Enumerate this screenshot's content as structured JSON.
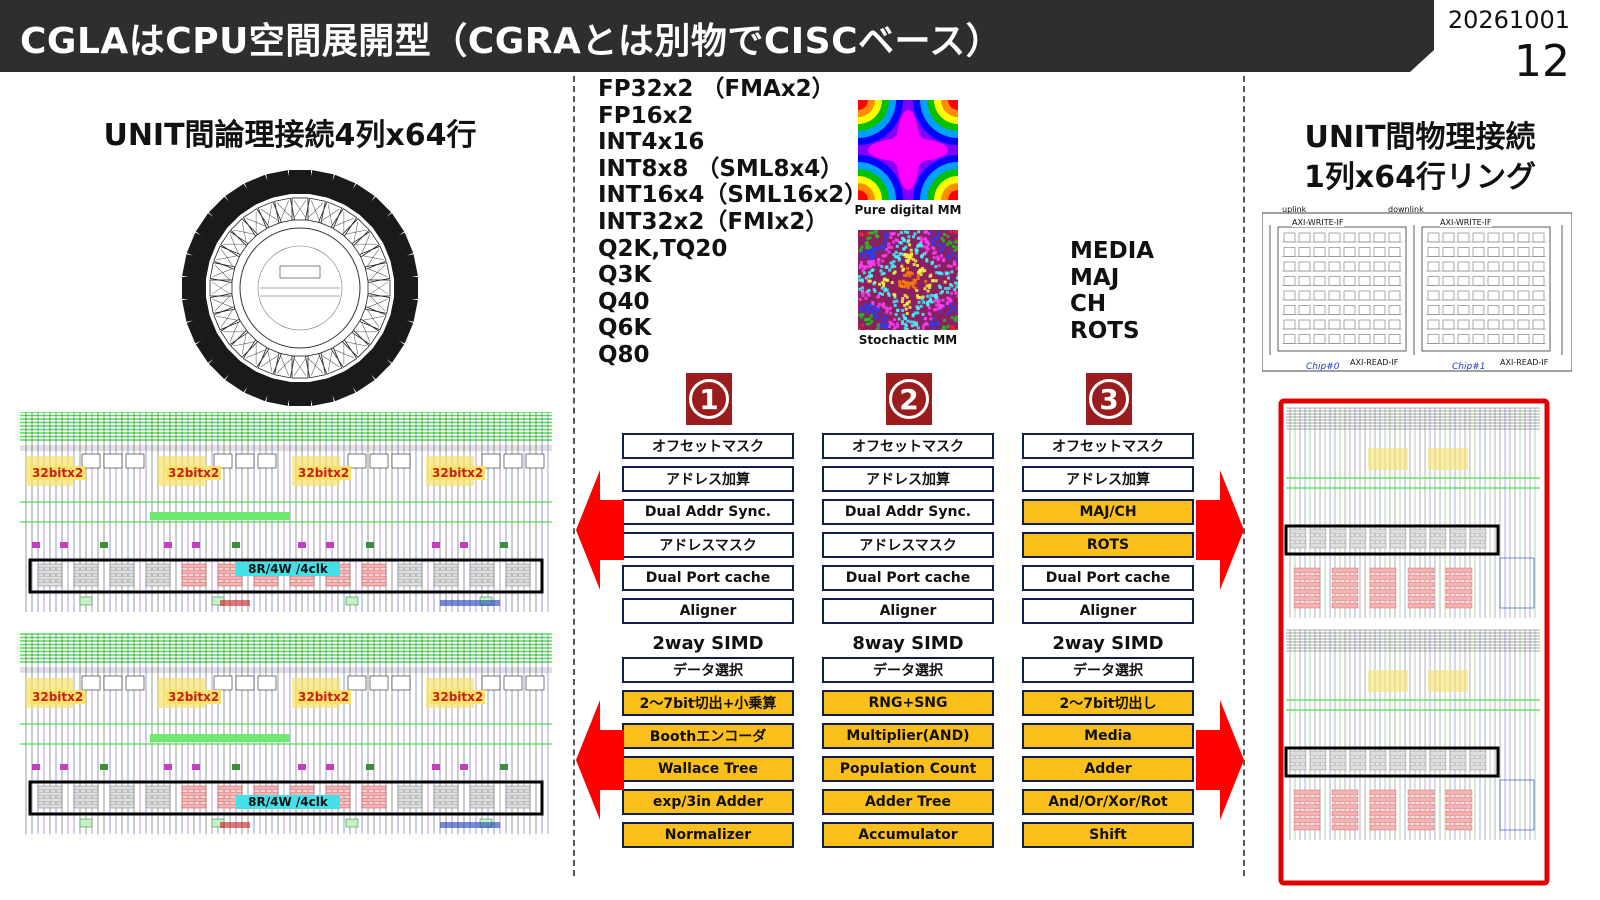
{
  "header": {
    "title": "CGLAはCPU空間展開型（CGRAとは別物でCISCベース）",
    "date": "20261001",
    "page_number": "12"
  },
  "left": {
    "heading": "UNIT間論理接続4列x64行",
    "reg_labels": [
      "32bitx2",
      "32bitx2",
      "32bitx2",
      "32bitx2"
    ],
    "rf_label": "8R/4W /4clk"
  },
  "center": {
    "formats": [
      "FP32x2 （FMAx2）",
      "FP16x2",
      "INT4x16",
      "INT8x8 （SML8x4）",
      "INT16x4（SML16x2）",
      "INT32x2（FMIx2）",
      "Q2K,TQ20",
      "Q3K",
      "Q40",
      "Q6K",
      "Q80"
    ],
    "pure_caption": "Pure digital MM",
    "stoch_caption": "Stochactic MM",
    "functions": [
      "MEDIA",
      "MAJ",
      "CH",
      "ROTS"
    ],
    "badges": [
      "1",
      "2",
      "3"
    ],
    "columns": [
      {
        "top": [
          "オフセットマスク",
          "アドレス加算",
          "Dual Addr Sync.",
          "アドレスマスク",
          "Dual Port cache",
          "Aligner"
        ],
        "top_highlight": [
          false,
          false,
          false,
          false,
          false,
          false
        ],
        "simd": "2way SIMD",
        "bottom": [
          "データ選択",
          "2～7bit切出+小乗算",
          "Boothエンコーダ",
          "Wallace Tree",
          "exp/3in Adder",
          "Normalizer"
        ],
        "bottom_highlight": [
          false,
          true,
          true,
          true,
          true,
          true
        ]
      },
      {
        "top": [
          "オフセットマスク",
          "アドレス加算",
          "Dual Addr Sync.",
          "アドレスマスク",
          "Dual Port cache",
          "Aligner"
        ],
        "top_highlight": [
          false,
          false,
          false,
          false,
          false,
          false
        ],
        "simd": "8way SIMD",
        "bottom": [
          "データ選択",
          "RNG+SNG",
          "Multiplier(AND)",
          "Population Count",
          "Adder Tree",
          "Accumulator"
        ],
        "bottom_highlight": [
          false,
          true,
          true,
          true,
          true,
          true
        ]
      },
      {
        "top": [
          "オフセットマスク",
          "アドレス加算",
          "MAJ/CH",
          "ROTS",
          "Dual Port cache",
          "Aligner"
        ],
        "top_highlight": [
          false,
          false,
          true,
          true,
          false,
          false
        ],
        "simd": "2way SIMD",
        "bottom": [
          "データ選択",
          "2～7bit切出し",
          "Media",
          "Adder",
          "And/Or/Xor/Rot",
          "Shift"
        ],
        "bottom_highlight": [
          false,
          true,
          true,
          true,
          true,
          true
        ]
      }
    ]
  },
  "right": {
    "heading_line1": "UNIT間物理接続",
    "heading_line2": "1列x64行リング",
    "chip_labels": [
      "Chip#0",
      "Chip#1"
    ],
    "uplink": "uplink",
    "downlink": "downlink",
    "axi_write": "AXI-WRITE-IF",
    "axi_read": "AXI-READ-IF"
  },
  "colors": {
    "title_bg": "#2e2e2e",
    "orange": "#fbbf1c",
    "navy": "#0f1f4a",
    "badge_red": "#9b1c1c",
    "arrow_red": "#ff0000",
    "frame_red": "#e00000"
  }
}
